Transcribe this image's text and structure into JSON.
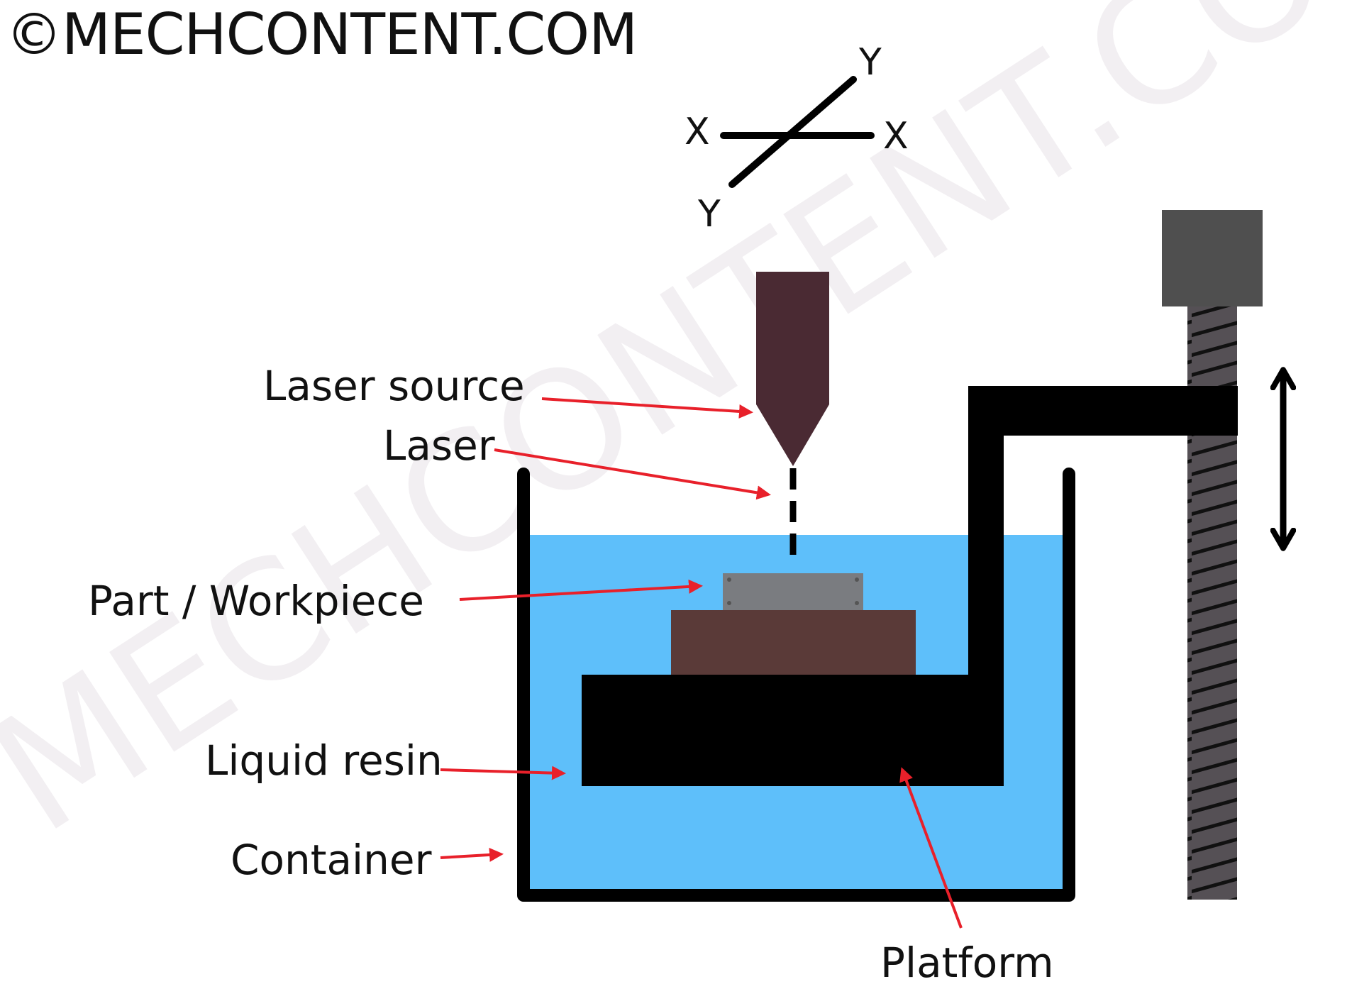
{
  "copyright": "©MECHCONTENT.COM",
  "watermark": "MECHCONTENT.COM",
  "axes": {
    "x_left": "X",
    "x_right": "X",
    "y_top": "Y",
    "y_bottom": "Y"
  },
  "labels": {
    "laser_source": "Laser source",
    "laser": "Laser",
    "part": "Part / Workpiece",
    "liquid_resin": "Liquid resin",
    "container": "Container",
    "platform": "Platform"
  },
  "colors": {
    "resin": "#5EBFFA",
    "laser_head": "#4A2A33",
    "part_base": "#5A3A38",
    "part_top": "#7A7C80",
    "platform": "#000000",
    "screw_head": "#4F4F4F",
    "screw_rod": "#555055",
    "leader_arrow": "#E8202A"
  }
}
